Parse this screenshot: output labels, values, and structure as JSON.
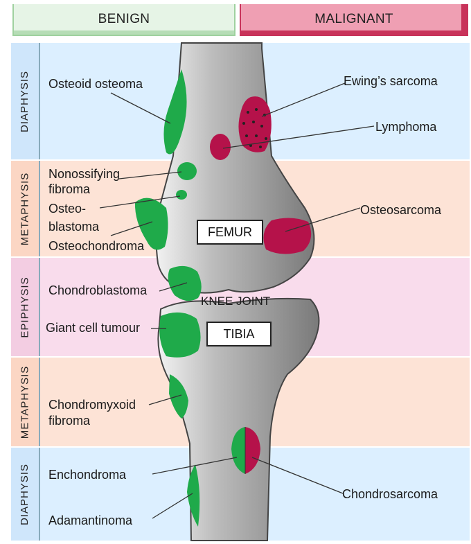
{
  "headers": {
    "benign": "BENIGN",
    "malignant": "MALIGNANT"
  },
  "zones": [
    {
      "label": "DIAPHYSIS",
      "color": "#dcefff"
    },
    {
      "label": "METAPHYSIS",
      "color": "#fde3d6"
    },
    {
      "label": "EPIPHYSIS",
      "color": "#f9dcec"
    },
    {
      "label": "METAPHYSIS",
      "color": "#fde3d6"
    },
    {
      "label": "DIAPHYSIS",
      "color": "#dcefff"
    }
  ],
  "bones": {
    "femur": "FEMUR",
    "tibia": "TIBIA",
    "joint": "KNEE JOINT"
  },
  "benign_lesions": {
    "osteoid_osteoma": "Osteoid osteoma",
    "nonossifying_fibroma_1": "Nonossifying",
    "nonossifying_fibroma_2": "fibroma",
    "osteoblastoma_1": "Osteo-",
    "osteoblastoma_2": "blastoma",
    "osteochondroma": "Osteochondroma",
    "chondroblastoma": "Chondroblastoma",
    "giant_cell_tumour": "Giant cell tumour",
    "chondromyxoid_1": "Chondromyxoid",
    "chondromyxoid_2": "fibroma",
    "enchondroma": "Enchondroma",
    "adamantinoma": "Adamantinoma"
  },
  "malignant_lesions": {
    "ewings_sarcoma": "Ewing’s sarcoma",
    "lymphoma": "Lymphoma",
    "osteosarcoma": "Osteosarcoma",
    "chondrosarcoma": "Chondrosarcoma"
  },
  "colors": {
    "benign": "#1faa4a",
    "malignant": "#b5124a",
    "bone": "#9a9a9a"
  }
}
